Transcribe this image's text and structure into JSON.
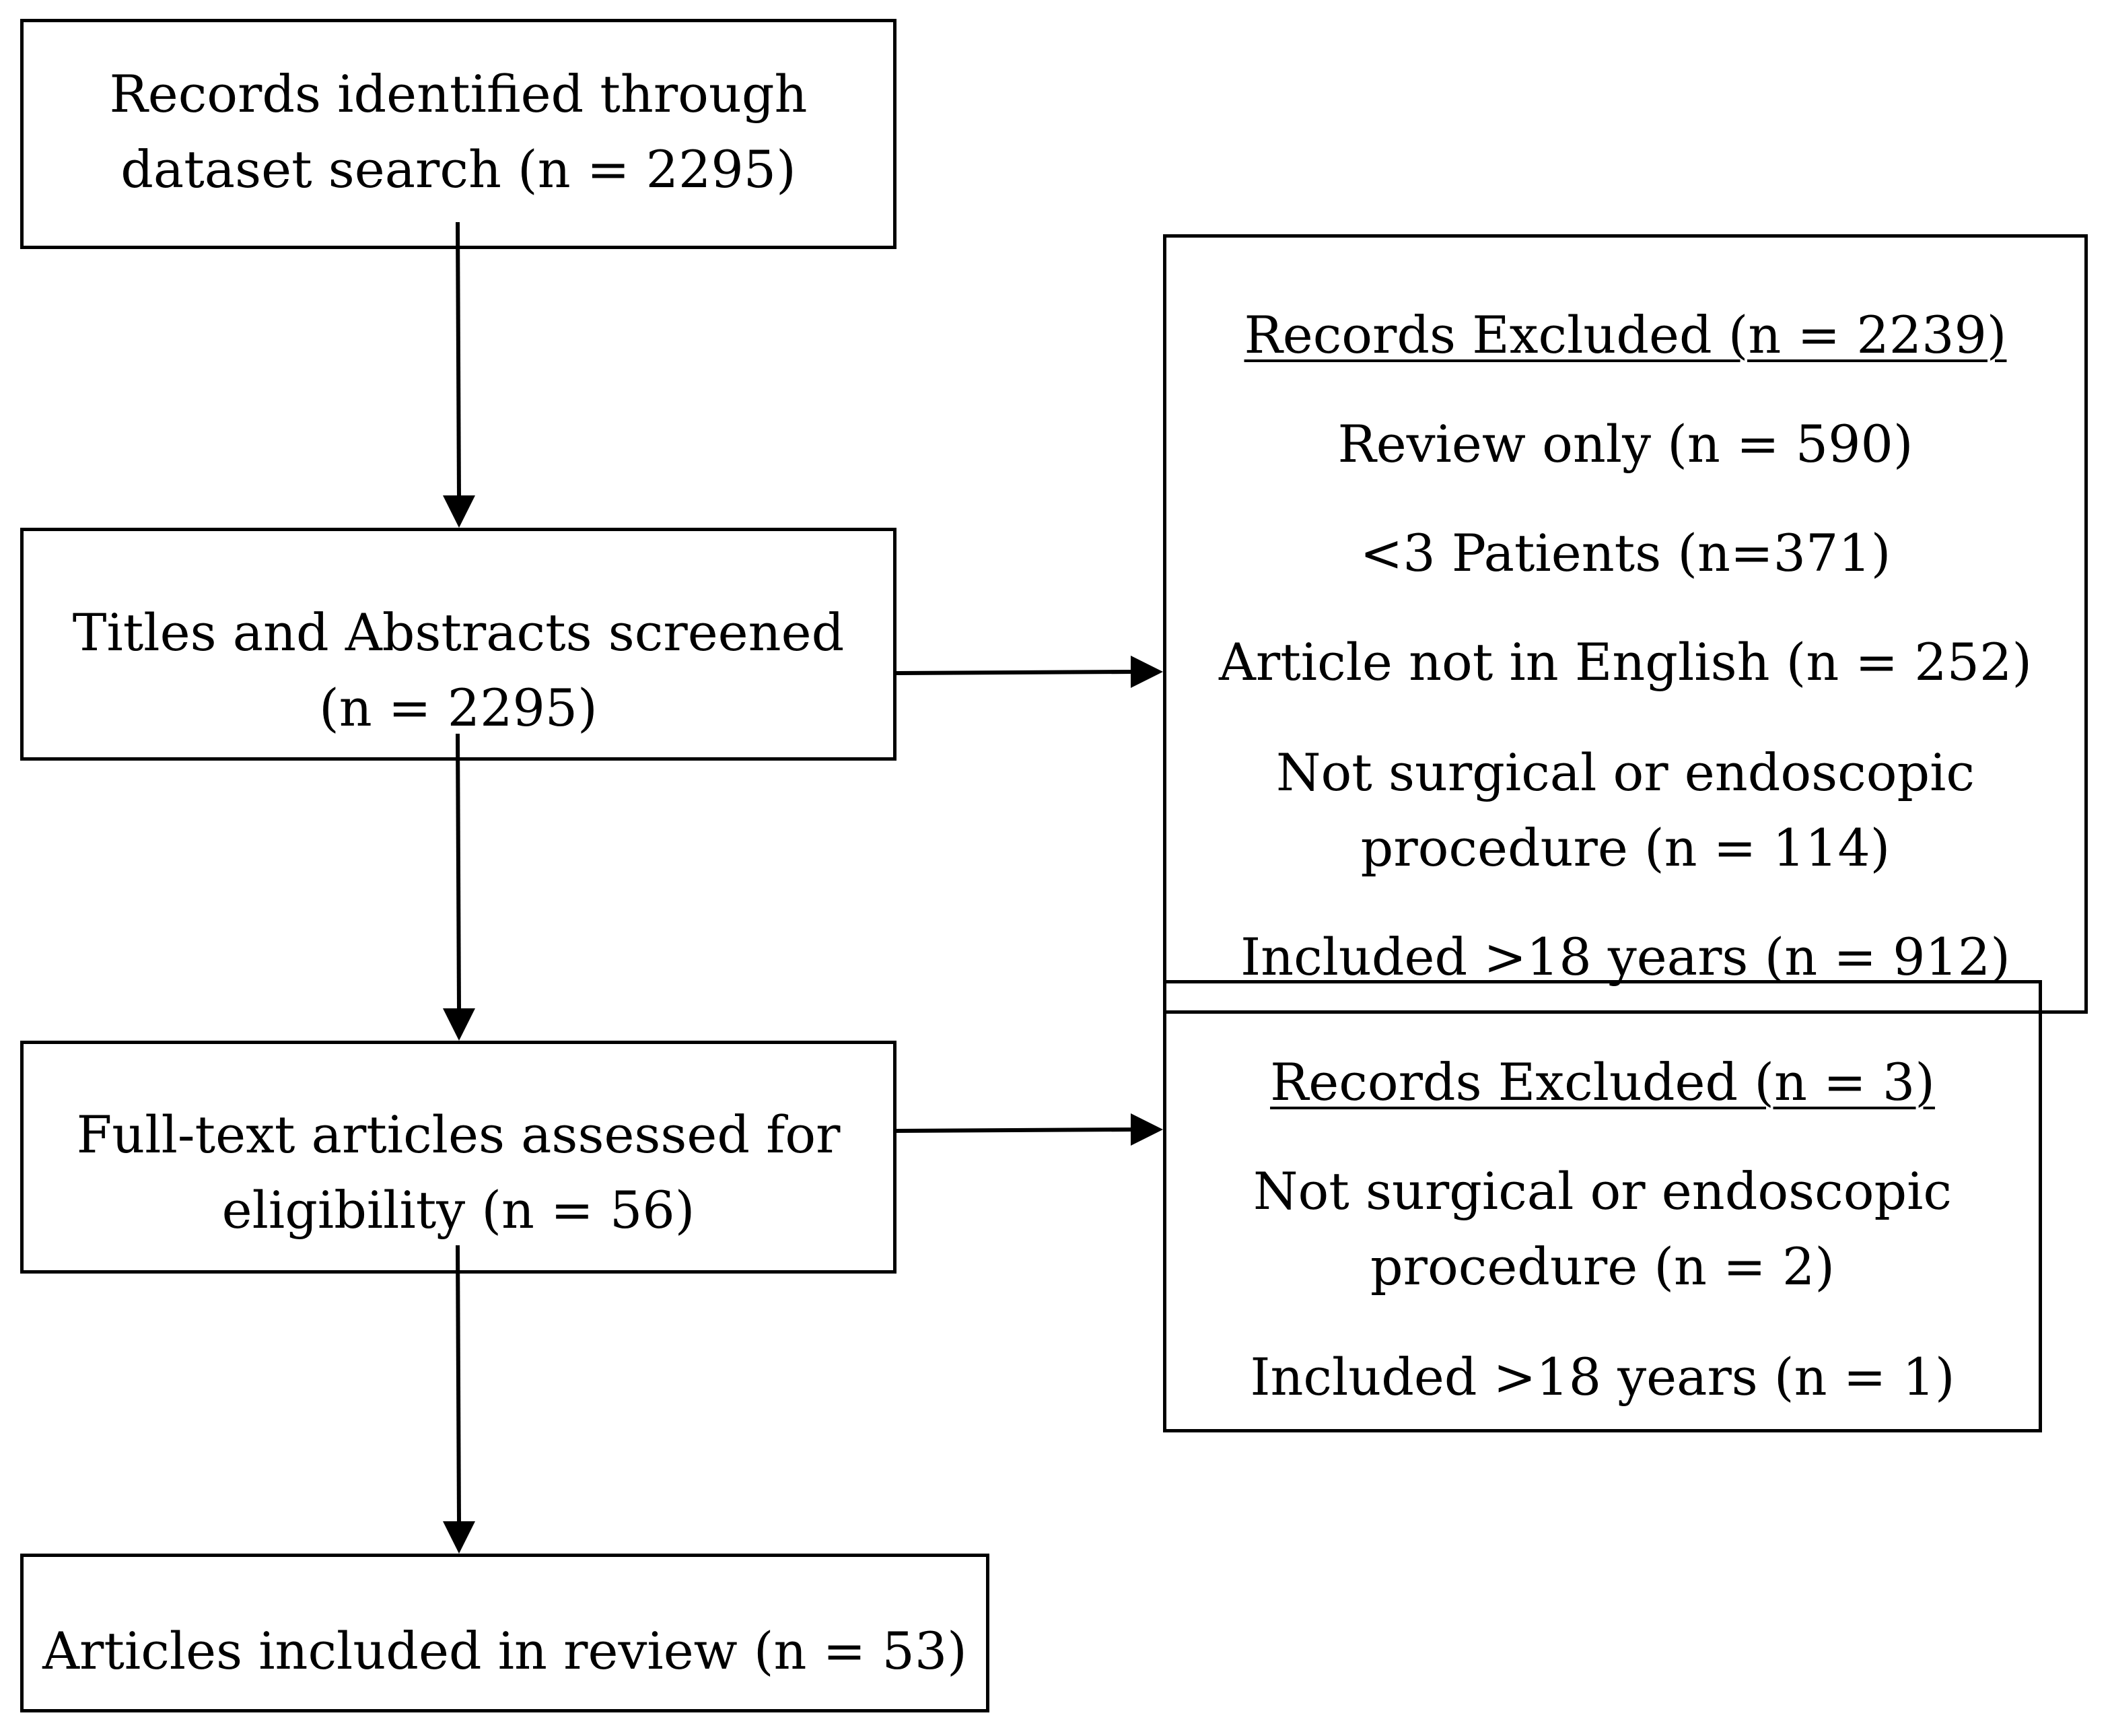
{
  "boxes": {
    "identified": {
      "line1": "Records identified through",
      "line2": "dataset search (n = 2295)"
    },
    "screened": {
      "line1": "Titles and Abstracts screened",
      "line2": "(n = 2295)"
    },
    "fulltext": {
      "line1": "Full-text articles assessed for",
      "line2": "eligibility (n = 56)"
    },
    "included": {
      "line1": "Articles included in review (n = 53)"
    },
    "excluded1": {
      "heading": "Records Excluded (n = 2239)",
      "items": [
        "Review only (n = 590)",
        "<3 Patients (n=371)",
        "Article not in English (n = 252)",
        "Not surgical or endoscopic",
        "procedure (n = 114)",
        "Included >18 years (n = 912)"
      ]
    },
    "excluded2": {
      "heading": "Records Excluded (n = 3)",
      "items": [
        "Not surgical or endoscopic",
        "procedure (n = 2)",
        "Included >18 years (n = 1)"
      ]
    }
  }
}
